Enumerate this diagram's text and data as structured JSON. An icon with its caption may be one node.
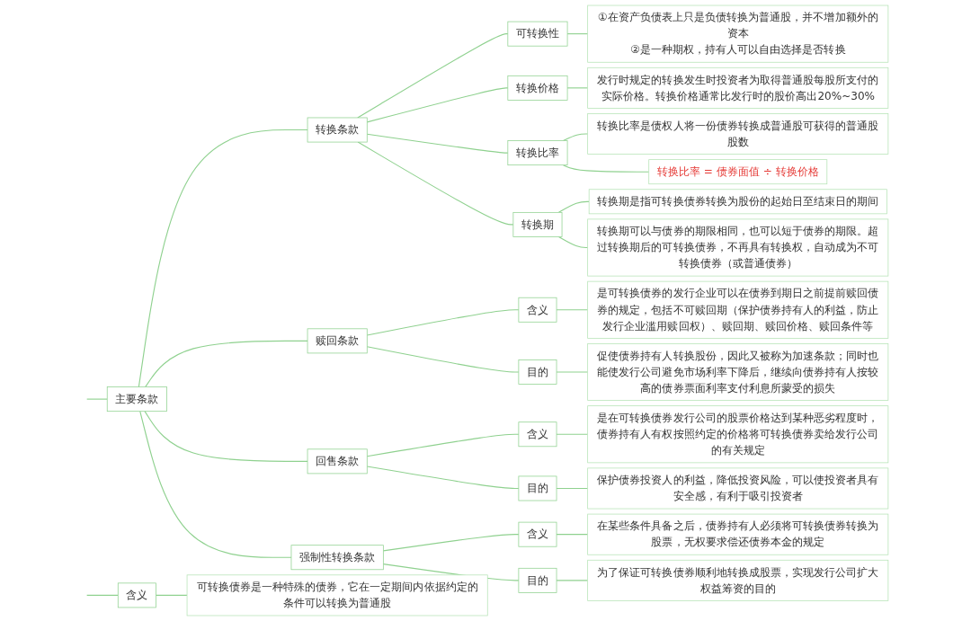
{
  "diagram": {
    "nodes": [
      {
        "text": [
          "含义"
        ]
      },
      {
        "text": [
          "可转换债券是一种特殊的债券，它在一定期间内依据约定的条件可以转换为普通股"
        ]
      },
      {
        "text": [
          "主要条款"
        ]
      },
      {
        "text": [
          "转换条款"
        ]
      },
      {
        "text": [
          "可转换性"
        ]
      },
      {
        "text": [
          "①在资产负债表上只是负债转换为普通股，并不增加额外的资本",
          "②是一种期权，持有人可以自由选择是否转换"
        ]
      },
      {
        "text": [
          "转换价格"
        ]
      },
      {
        "text": [
          "发行时规定的转换发生时投资者为取得普通股每股所支付的实际价格。转换价格通常比发行时的股价高出20%~30%"
        ]
      },
      {
        "text": [
          "转换比率"
        ]
      },
      {
        "text": [
          "转换比率是债权人将一份债券转换成普通股可获得的普通股股数"
        ]
      },
      {
        "text": [
          "转换比率 = 债券面值 ÷ 转换价格"
        ]
      },
      {
        "text": [
          "转换期"
        ]
      },
      {
        "text": [
          "转换期是指可转换债券转换为股份的起始日至结束日的期间"
        ]
      },
      {
        "text": [
          "转换期可以与债券的期限相同，也可以短于债券的期限。超过转换期后的可转换债券，不再具有转换权，自动成为不可转换债券（或普通债券）"
        ]
      },
      {
        "text": [
          "赎回条款"
        ]
      },
      {
        "text": [
          "含义"
        ]
      },
      {
        "text": [
          "是可转换债券的发行企业可以在债券到期日之前提前赎回债券的规定，包括不可赎回期（保护债券持有人的利益，防止发行企业滥用赎回权）、赎回期、赎回价格、赎回条件等"
        ]
      },
      {
        "text": [
          "目的"
        ]
      },
      {
        "text": [
          "促使债券持有人转换股份，因此又被称为加速条款；同时也能使发行公司避免市场利率下降后，继续向债券持有人按较高的债券票面利率支付利息所蒙受的损失"
        ]
      },
      {
        "text": [
          "回售条款"
        ]
      },
      {
        "text": [
          "含义"
        ]
      },
      {
        "text": [
          "是在可转换债券发行公司的股票价格达到某种恶劣程度时，债券持有人有权按照约定的价格将可转换债券卖给发行公司的有关规定"
        ]
      },
      {
        "text": [
          "目的"
        ]
      },
      {
        "text": [
          "保护债券投资人的利益，降低投资风险，可以使投资者具有安全感，有利于吸引投资者"
        ]
      },
      {
        "text": [
          "强制性转换条款"
        ]
      },
      {
        "text": [
          "含义"
        ]
      },
      {
        "text": [
          "在某些条件具备之后，债券持有人必须将可转换债券转换为股票，无权要求偿还债券本金的规定"
        ]
      },
      {
        "text": [
          "目的"
        ]
      },
      {
        "text": [
          "为了保证可转换债券顺利地转换成股票，实现发行公司扩大权益筹资的目的"
        ]
      }
    ],
    "edges": [
      {
        "from": null,
        "to": 0,
        "arrow": "none"
      },
      {
        "from": 0,
        "to": 1,
        "arrow": "none"
      },
      {
        "from": null,
        "to": 2,
        "arrow": "none"
      },
      {
        "from": 2,
        "to": 3,
        "arrow": "none"
      },
      {
        "from": 3,
        "to": 4,
        "arrow": "none"
      },
      {
        "from": 4,
        "to": 5,
        "arrow": "none"
      },
      {
        "from": 3,
        "to": 6,
        "arrow": "none"
      },
      {
        "from": 6,
        "to": 7,
        "arrow": "none"
      },
      {
        "from": 3,
        "to": 8,
        "arrow": "none"
      },
      {
        "from": 8,
        "to": 9,
        "arrow": "none"
      },
      {
        "from": 8,
        "to": 10,
        "arrow": "none"
      },
      {
        "from": 3,
        "to": 11,
        "arrow": "none"
      },
      {
        "from": 11,
        "to": 12,
        "arrow": "none"
      },
      {
        "from": 11,
        "to": 13,
        "arrow": "none"
      },
      {
        "from": 2,
        "to": 14,
        "arrow": "none"
      },
      {
        "from": 14,
        "to": 15,
        "arrow": "none"
      },
      {
        "from": 15,
        "to": 16,
        "arrow": "none"
      },
      {
        "from": 14,
        "to": 17,
        "arrow": "none"
      },
      {
        "from": 17,
        "to": 18,
        "arrow": "none"
      },
      {
        "from": 2,
        "to": 19,
        "arrow": "none"
      },
      {
        "from": 19,
        "to": 20,
        "arrow": "none"
      },
      {
        "from": 20,
        "to": 21,
        "arrow": "none"
      },
      {
        "from": 19,
        "to": 22,
        "arrow": "none"
      },
      {
        "from": 22,
        "to": 23,
        "arrow": "none"
      },
      {
        "from": 2,
        "to": 24,
        "arrow": "none"
      },
      {
        "from": 24,
        "to": 25,
        "arrow": "none"
      },
      {
        "from": 25,
        "to": 26,
        "arrow": "none"
      },
      {
        "from": 24,
        "to": 27,
        "arrow": "none"
      },
      {
        "from": 27,
        "to": 28,
        "arrow": "none"
      }
    ]
  }
}
